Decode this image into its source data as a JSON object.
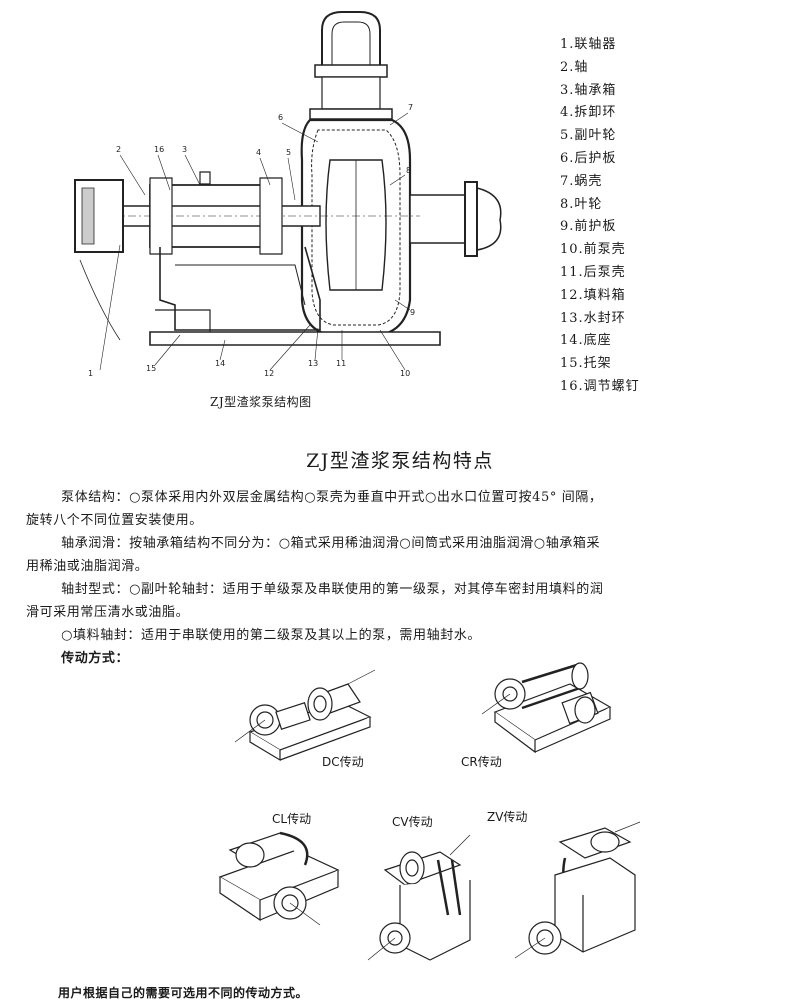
{
  "diagram": {
    "caption": "ZJ型渣浆泵结构图",
    "callouts": [
      "1",
      "2",
      "3",
      "4",
      "5",
      "6",
      "7",
      "8",
      "9",
      "10",
      "11",
      "12",
      "13",
      "14",
      "15",
      "16"
    ]
  },
  "parts_list": [
    "1.联轴器",
    "2.轴",
    "3.轴承箱",
    "4.拆卸环",
    "5.副叶轮",
    "6.后护板",
    "7.蜗壳",
    "8.叶轮",
    "9.前护板",
    "10.前泵壳",
    "11.后泵壳",
    "12.填料箱",
    "13.水封环",
    "14.底座",
    "15.托架",
    "16.调节螺钉"
  ],
  "section_title": "ZJ型渣浆泵结构特点",
  "features": [
    "泵体结构：○泵体采用内外双层金属结构○泵壳为垂直中开式○出水口位置可按45° 间隔，",
    "旋转八个不同位置安装使用。",
    "轴承润滑：按轴承箱结构不同分为：○箱式采用稀油润滑○间筒式采用油脂润滑○轴承箱采",
    "用稀油或油脂润滑。",
    "轴封型式：○副叶轮轴封：适用于单级泵及串联使用的第一级泵，对其停车密封用填料的润",
    "滑可采用常压清水或油脂。",
    "○填料轴封：适用于串联使用的第二级泵及其以上的泵，需用轴封水。",
    "传动方式："
  ],
  "drives": {
    "dc": "DC传动",
    "cr": "CR传动",
    "cl": "CL传动",
    "cv": "CV传动",
    "zv": "ZV传动"
  },
  "footer_note": "用户根据自己的需要可选用不同的传动方式。"
}
